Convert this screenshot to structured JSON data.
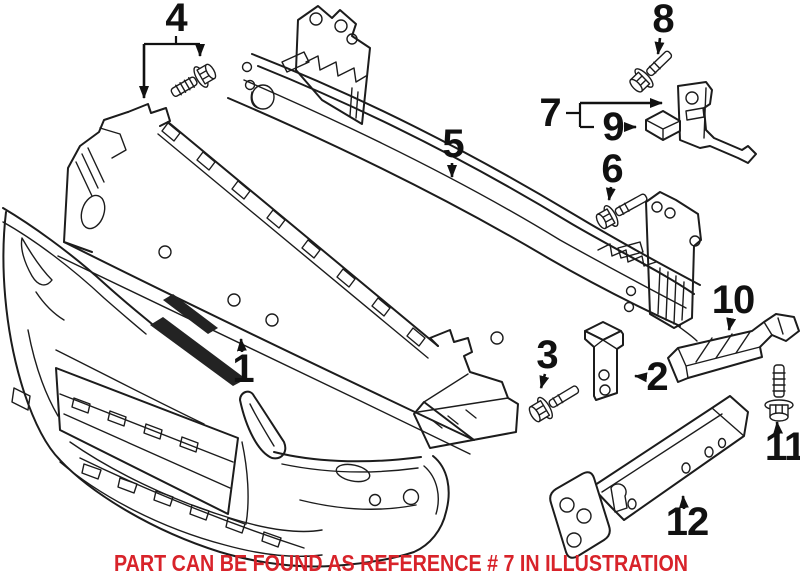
{
  "diagram": {
    "kind": "exploded-parts-illustration",
    "subject": "front bumper assembly",
    "background": "#ffffff",
    "line_color": "#1c1c1c",
    "label_color": "#111111"
  },
  "callouts": [
    "1",
    "2",
    "3",
    "4",
    "5",
    "6",
    "7",
    "8",
    "9",
    "10",
    "11",
    "12"
  ],
  "note": {
    "text": "PART CAN BE FOUND AS REFERENCE # 7 IN ILLUSTRATION",
    "color": "#d8232a"
  }
}
